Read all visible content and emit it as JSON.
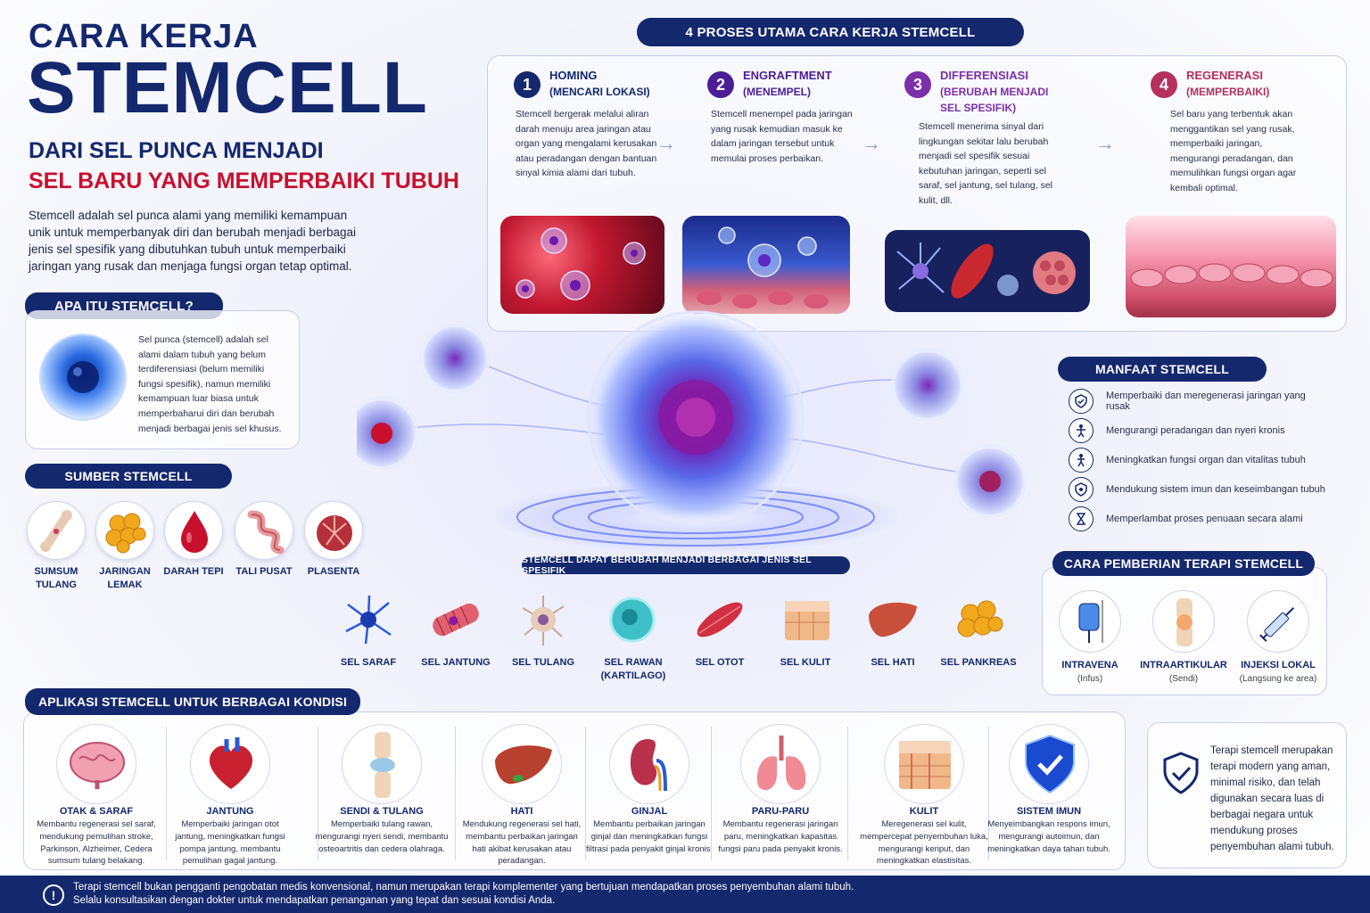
{
  "header": {
    "line1": "CARA KERJA",
    "line2": "STEMCELL",
    "line3": "DARI SEL PUNCA MENJADI",
    "line4": "SEL BARU YANG MEMPERBAIKI TUBUH",
    "intro": "Stemcell adalah sel punca alami yang memiliki kemampuan unik untuk memperbanyak diri dan berubah menjadi berbagai jenis sel spesifik yang dibutuhkan tubuh untuk memperbaiki jaringan yang rusak dan menjaga fungsi organ tetap optimal."
  },
  "what": {
    "title": "APA ITU STEMCELL?",
    "text": "Sel punca (stemcell) adalah sel alami dalam tubuh yang belum terdiferensiasi (belum memiliki fungsi spesifik), namun memiliki kemampuan luar biasa untuk memperbaharui diri dan berubah menjadi berbagai jenis sel khusus."
  },
  "sources": {
    "title": "SUMBER STEMCELL",
    "items": [
      {
        "label": "SUMSUM TULANG",
        "icon": "bone-icon"
      },
      {
        "label": "JARINGAN LEMAK",
        "icon": "fat-tissue-icon"
      },
      {
        "label": "DARAH TEPI",
        "icon": "blood-drop-icon"
      },
      {
        "label": "TALI PUSAT",
        "icon": "umbilical-cord-icon"
      },
      {
        "label": "PLASENTA",
        "icon": "placenta-icon"
      }
    ]
  },
  "process": {
    "title": "4 PROSES UTAMA CARA KERJA STEMCELL",
    "steps": [
      {
        "num": "1",
        "title": "HOMING",
        "subtitle": "(MENCARI LOKASI)",
        "desc": "Stemcell bergerak melalui aliran darah menuju area jaringan atau organ yang mengalami kerusakan atau peradangan dengan bantuan sinyal kimia alami dari tubuh.",
        "color": "#14286e"
      },
      {
        "num": "2",
        "title": "ENGRAFTMENT",
        "subtitle": "(MENEMPEL)",
        "desc": "Stemcell menempel pada jaringan yang rusak kemudian masuk ke dalam jaringan tersebut untuk memulai proses perbaikan.",
        "color": "#4a1d96"
      },
      {
        "num": "3",
        "title": "DIFFERENSIASI",
        "subtitle": "(BERUBAH MENJADI SEL SPESIFIK)",
        "desc": "Stemcell menerima sinyal dari lingkungan sekitar lalu berubah menjadi sel spesifik sesuai kebutuhan jaringan, seperti sel saraf, sel jantung, sel tulang, sel kulit, dll.",
        "color": "#7b2fa8"
      },
      {
        "num": "4",
        "title": "REGENERASI",
        "subtitle": "(MEMPERBAIKI)",
        "desc": "Sel baru yang terbentuk akan menggantikan sel yang rusak, memperbaiki jaringan, mengurangi peradangan, dan memulihkan fungsi organ agar kembali optimal.",
        "color": "#b5305d"
      }
    ]
  },
  "cells": {
    "title": "STEMCELL DAPAT BERUBAH MENJADI BERBAGAI JENIS SEL SPESIFIK",
    "items": [
      {
        "label": "SEL SARAF",
        "icon": "neuron-icon"
      },
      {
        "label": "SEL JANTUNG",
        "icon": "heart-cell-icon"
      },
      {
        "label": "SEL TULANG",
        "icon": "bone-cell-icon"
      },
      {
        "label": "SEL RAWAN (KARTILAGO)",
        "icon": "cartilage-cell-icon"
      },
      {
        "label": "SEL OTOT",
        "icon": "muscle-cell-icon"
      },
      {
        "label": "SEL KULIT",
        "icon": "skin-cell-icon"
      },
      {
        "label": "SEL HATI",
        "icon": "liver-cell-icon"
      },
      {
        "label": "SEL PANKREAS",
        "icon": "pancreas-cell-icon"
      }
    ]
  },
  "benefits": {
    "title": "MANFAAT STEMCELL",
    "items": [
      {
        "text": "Memperbaiki dan meregenerasi jaringan yang rusak",
        "icon": "shield-check-icon"
      },
      {
        "text": "Mengurangi peradangan dan nyeri kronis",
        "icon": "body-icon"
      },
      {
        "text": "Meningkatkan fungsi organ dan vitalitas tubuh",
        "icon": "organ-icon"
      },
      {
        "text": "Mendukung sistem imun dan keseimbangan tubuh",
        "icon": "immune-shield-icon"
      },
      {
        "text": "Memperlambat proses penuaan secara alami",
        "icon": "hourglass-icon"
      }
    ]
  },
  "therapy": {
    "title": "CARA PEMBERIAN TERAPI STEMCELL",
    "items": [
      {
        "label": "INTRAVENA",
        "sub": "(Infus)",
        "icon": "iv-bag-icon"
      },
      {
        "label": "INTRAARTIKULAR",
        "sub": "(Sendi)",
        "icon": "knee-joint-icon"
      },
      {
        "label": "INJEKSI LOKAL",
        "sub": "(Langsung ke area)",
        "icon": "syringe-icon"
      }
    ]
  },
  "applications": {
    "title": "APLIKASI STEMCELL UNTUK BERBAGAI KONDISI",
    "items": [
      {
        "name": "OTAK & SARAF",
        "desc": "Membantu regenerasi sel saraf, mendukung pemulihan stroke, Parkinson, Alzheimer, Cedera sumsum tulang belakang.",
        "icon": "brain-icon"
      },
      {
        "name": "JANTUNG",
        "desc": "Memperbaiki jaringan otot jantung, meningkatkan fungsi pompa jantung, membantu pemulihan gagal jantung.",
        "icon": "heart-icon"
      },
      {
        "name": "SENDI & TULANG",
        "desc": "Memperbaiki tulang rawan, mengurangi nyeri sendi, membantu osteoartritis dan cedera olahraga.",
        "icon": "joint-icon"
      },
      {
        "name": "HATI",
        "desc": "Mendukung regenerasi sel hati, membantu perbaikan jaringan hati akibat kerusakan atau peradangan.",
        "icon": "liver-icon"
      },
      {
        "name": "GINJAL",
        "desc": "Membantu perbaikan jaringan ginjal dan meningkatkan fungsi filtrasi pada penyakit ginjal kronis.",
        "icon": "kidney-icon"
      },
      {
        "name": "PARU-PARU",
        "desc": "Membantu regenerasi jaringan paru, meningkatkan kapasitas fungsi paru pada penyakit kronis.",
        "icon": "lungs-icon"
      },
      {
        "name": "KULIT",
        "desc": "Meregenerasi sel kulit, mempercepat penyembuhan luka, mengurangi keriput, dan meningkatkan elastisitas.",
        "icon": "skin-icon"
      },
      {
        "name": "SISTEM IMUN",
        "desc": "Menyeimbangkan respons imun, mengurangi autoimun, dan meningkatkan daya tahan tubuh.",
        "icon": "immune-shield-icon"
      }
    ]
  },
  "safety": {
    "text": "Terapi stemcell merupakan terapi modern yang aman, minimal risiko, dan telah digunakan secara luas di berbagai negara untuk mendukung proses penyembuhan alami tubuh.",
    "icon": "shield-check-icon"
  },
  "footer": {
    "line1": "Terapi stemcell bukan pengganti pengobatan medis konvensional, namun merupakan terapi komplementer yang bertujuan mendapatkan proses penyembuhan alami tubuh.",
    "line2": "Selalu konsultasikan dengan dokter untuk mendapatkan penanganan yang tepat dan sesuai kondisi Anda.",
    "icon": "info-icon"
  },
  "colors": {
    "navy": "#14286e",
    "red": "#c8102e",
    "step2": "#4a1d96",
    "step3": "#7b2fa8",
    "step4": "#b5305d"
  }
}
